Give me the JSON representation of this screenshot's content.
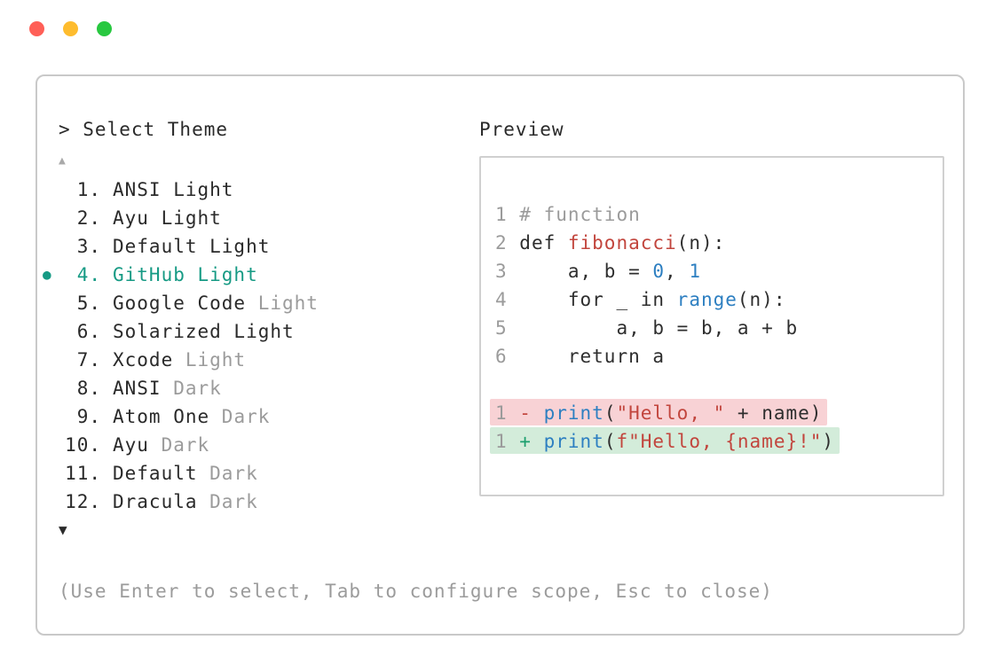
{
  "colors": {
    "accent_teal": "#169a84",
    "dim_gray": "#9b9b9b",
    "code_default": "#2e2e2e",
    "code_gray": "#9b9b9b",
    "code_blue": "#2d7fc1",
    "code_red": "#c2453d",
    "code_green": "#1b9e6d",
    "diff_add_bg": "#d3ecda",
    "diff_del_bg": "#f8d2d5",
    "traffic_red": "#ff5f57",
    "traffic_yellow": "#febc2e",
    "traffic_green": "#28c840"
  },
  "window": {
    "traffic_lights": [
      {
        "name": "close",
        "color": "#ff5f57"
      },
      {
        "name": "minimize",
        "color": "#febc2e"
      },
      {
        "name": "zoom",
        "color": "#28c840"
      }
    ]
  },
  "theme_picker": {
    "title": "> Select Theme",
    "scroll_up_symbol": "▲",
    "scroll_down_symbol": "▼",
    "items": [
      {
        "num": "1.",
        "name": "ANSI Light",
        "dim_suffix": "",
        "selected": false
      },
      {
        "num": "2.",
        "name": "Ayu Light",
        "dim_suffix": "",
        "selected": false
      },
      {
        "num": "3.",
        "name": "Default Light",
        "dim_suffix": "",
        "selected": false
      },
      {
        "num": "4.",
        "name": "GitHub Light",
        "dim_suffix": "",
        "selected": true
      },
      {
        "num": "5.",
        "name": "Google Code ",
        "dim_suffix": "Light",
        "selected": false
      },
      {
        "num": "6.",
        "name": "Solarized Light",
        "dim_suffix": "",
        "selected": false
      },
      {
        "num": "7.",
        "name": "Xcode ",
        "dim_suffix": "Light",
        "selected": false
      },
      {
        "num": "8.",
        "name": "ANSI ",
        "dim_suffix": "Dark",
        "selected": false
      },
      {
        "num": "9.",
        "name": "Atom One ",
        "dim_suffix": "Dark",
        "selected": false
      },
      {
        "num": "10.",
        "name": "Ayu ",
        "dim_suffix": "Dark",
        "selected": false
      },
      {
        "num": "11.",
        "name": "Default ",
        "dim_suffix": "Dark",
        "selected": false
      },
      {
        "num": "12.",
        "name": "Dracula ",
        "dim_suffix": "Dark",
        "selected": false
      }
    ],
    "footer_hint": "(Use Enter to select, Tab to configure scope, Esc to close)"
  },
  "preview": {
    "label": "Preview",
    "code_lines": [
      {
        "bg": "",
        "tokens": [
          {
            "t": "1 ",
            "c": "gray"
          },
          {
            "t": "# function",
            "c": "gray"
          }
        ]
      },
      {
        "bg": "",
        "tokens": [
          {
            "t": "2 ",
            "c": "gray"
          },
          {
            "t": "def ",
            "c": "default"
          },
          {
            "t": "fibonacci",
            "c": "red"
          },
          {
            "t": "(n):",
            "c": "default"
          }
        ]
      },
      {
        "bg": "",
        "tokens": [
          {
            "t": "3 ",
            "c": "gray"
          },
          {
            "t": "    a, b = ",
            "c": "default"
          },
          {
            "t": "0",
            "c": "blue"
          },
          {
            "t": ", ",
            "c": "default"
          },
          {
            "t": "1",
            "c": "blue"
          }
        ]
      },
      {
        "bg": "",
        "tokens": [
          {
            "t": "4 ",
            "c": "gray"
          },
          {
            "t": "    for _ in ",
            "c": "default"
          },
          {
            "t": "range",
            "c": "blue"
          },
          {
            "t": "(n):",
            "c": "default"
          }
        ]
      },
      {
        "bg": "",
        "tokens": [
          {
            "t": "5 ",
            "c": "gray"
          },
          {
            "t": "        a, b = b, a + b",
            "c": "default"
          }
        ]
      },
      {
        "bg": "",
        "tokens": [
          {
            "t": "6 ",
            "c": "gray"
          },
          {
            "t": "    return a",
            "c": "default"
          }
        ]
      },
      {
        "bg": "",
        "tokens": []
      },
      {
        "bg": "del",
        "tokens": [
          {
            "t": "1",
            "c": "gray"
          },
          {
            "t": " - ",
            "c": "red"
          },
          {
            "t": "print",
            "c": "blue"
          },
          {
            "t": "(",
            "c": "default"
          },
          {
            "t": "\"Hello, \"",
            "c": "red"
          },
          {
            "t": " + name)",
            "c": "default"
          }
        ]
      },
      {
        "bg": "add",
        "tokens": [
          {
            "t": "1",
            "c": "gray"
          },
          {
            "t": " + ",
            "c": "green"
          },
          {
            "t": "print",
            "c": "blue"
          },
          {
            "t": "(",
            "c": "default"
          },
          {
            "t": "f\"Hello, {name}!\"",
            "c": "red"
          },
          {
            "t": ")",
            "c": "default"
          }
        ]
      }
    ]
  }
}
